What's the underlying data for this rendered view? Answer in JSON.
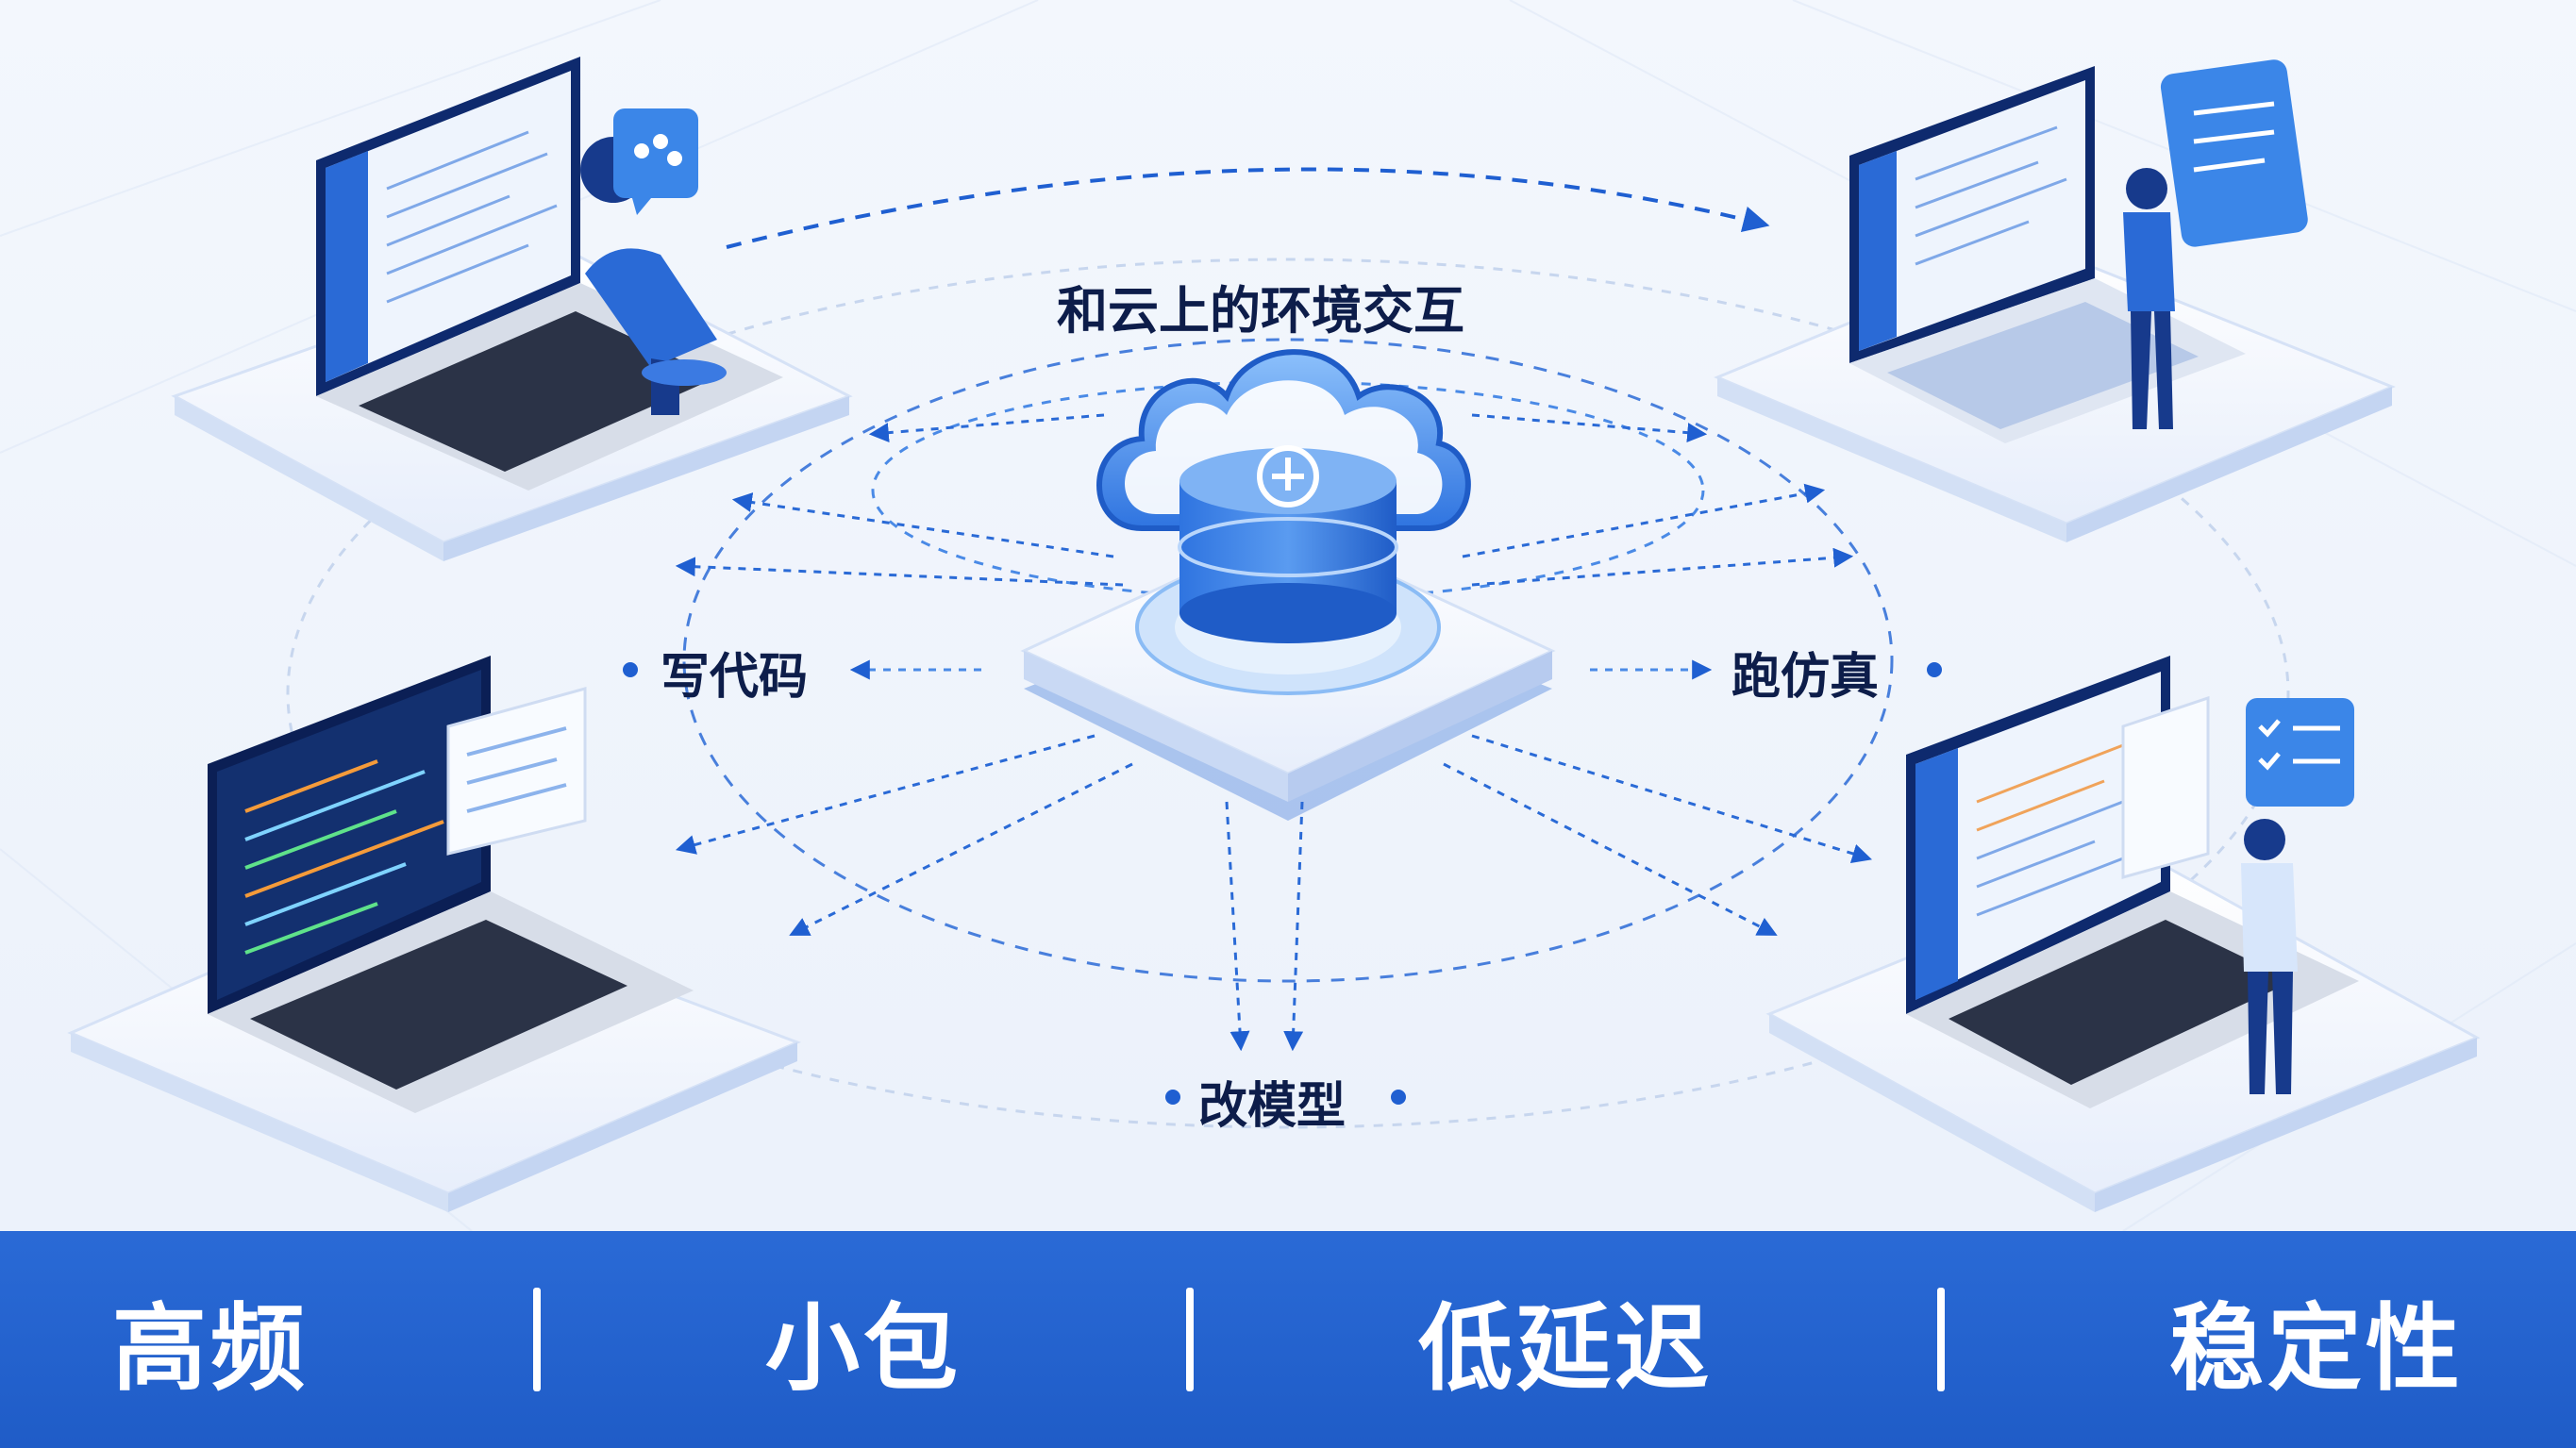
{
  "title": "和云上的环境交互",
  "center": {
    "icon": "cloud-database-icon"
  },
  "workflows": {
    "code": "写代码",
    "simulate": "跑仿真",
    "model": "改模型"
  },
  "workstations": [
    {
      "icon": "laptop-seated-developer-icon"
    },
    {
      "icon": "laptop-standing-developer-icon"
    },
    {
      "icon": "laptop-code-editor-icon"
    },
    {
      "icon": "laptop-standing-tester-icon"
    }
  ],
  "footer": {
    "tags": [
      "高频",
      "小包",
      "低延迟",
      "稳定性"
    ]
  },
  "colors": {
    "accent": "#2a6ad6",
    "dark_text": "#0d1d4a",
    "background": "#f3f7fd"
  }
}
